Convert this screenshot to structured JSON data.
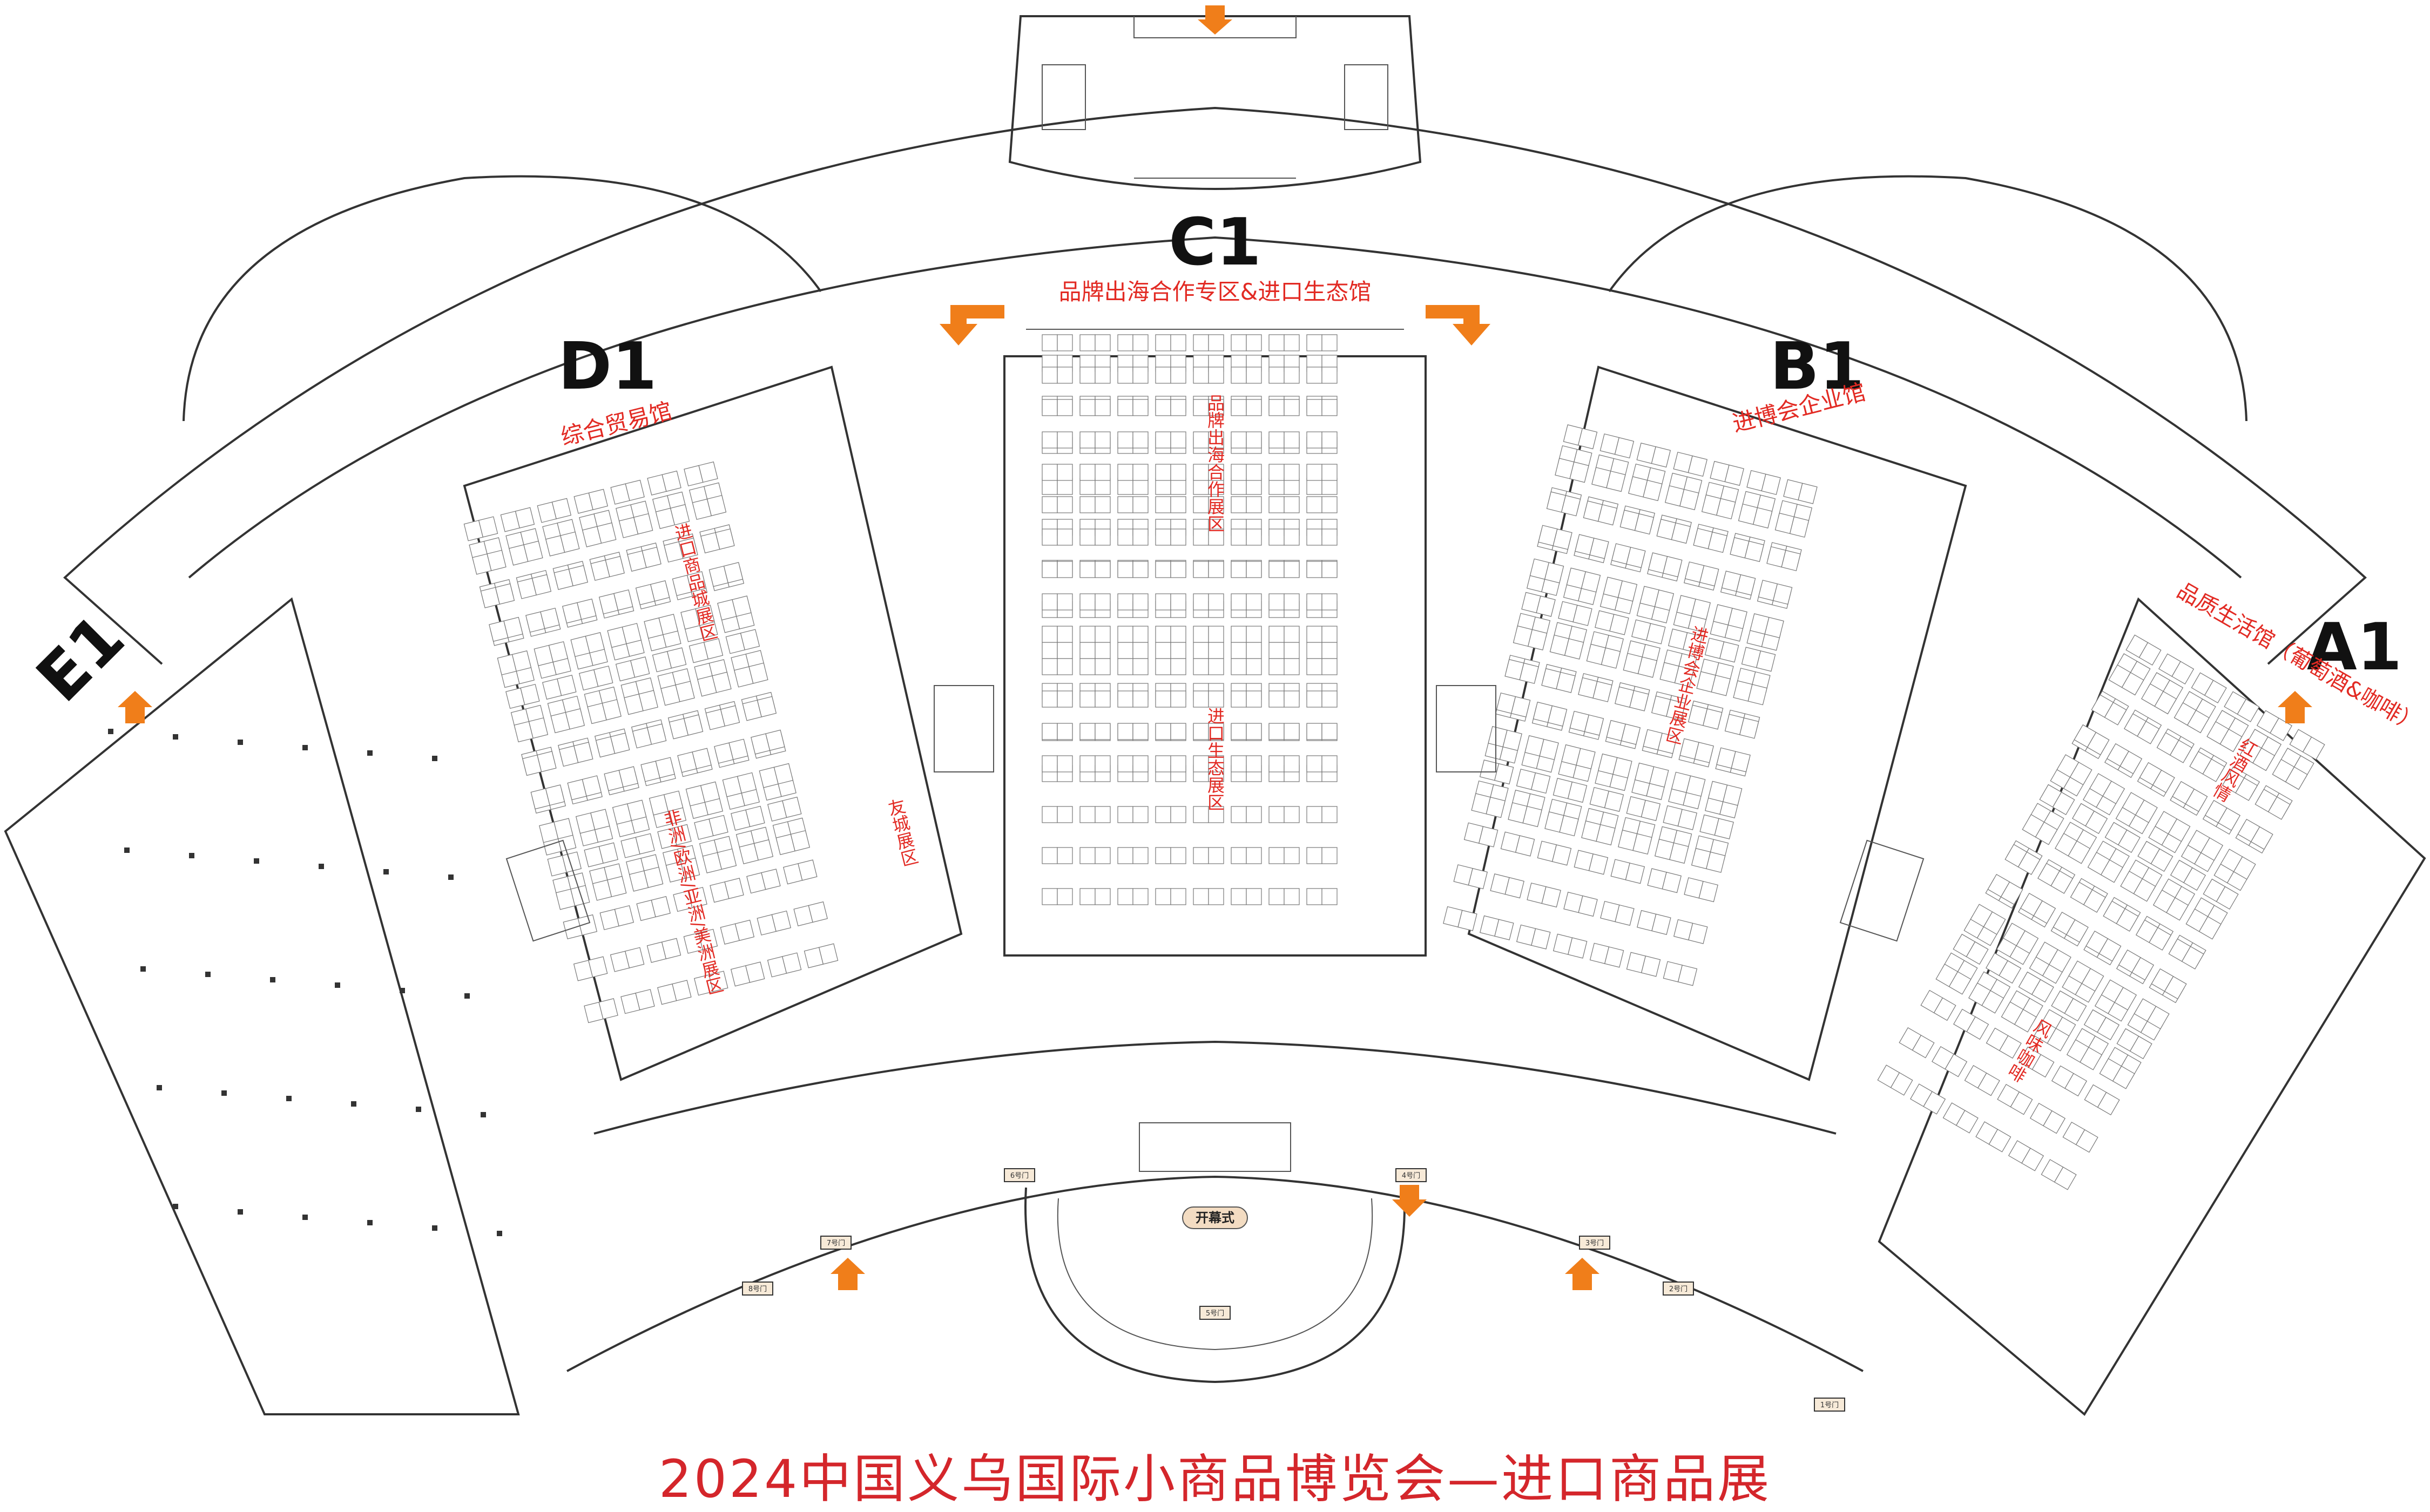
{
  "halls": [
    {
      "id": "hall-c1",
      "code": "C1",
      "name": "品牌出海合作专区&进口生态馆"
    },
    {
      "id": "hall-d1",
      "code": "D1",
      "name": "综合贸易馆"
    },
    {
      "id": "hall-b1",
      "code": "B1",
      "name": "进博会企业馆"
    },
    {
      "id": "hall-a1",
      "code": "A1",
      "name": "品质生活馆（葡萄酒&咖啡）"
    },
    {
      "id": "hall-e1",
      "code": "E1",
      "name": ""
    }
  ],
  "zones": {
    "c1_brand": "品牌出海合作展区",
    "c1_eco": "进口生态展区",
    "d1_import": "进口商品城展区",
    "d1_friend": "友城展区",
    "d1_regions": "非洲/欧洲/亚洲/美洲展区",
    "b1_cie": "进博会企业展区",
    "a1_redwine": "红酒风情",
    "a1_coffee": "风味咖啡"
  },
  "gates": {
    "g1": "1号门",
    "g2": "2号门",
    "g3": "3号门",
    "g4": "4号门",
    "g5": "5号门",
    "g6": "6号门",
    "g7": "7号门",
    "g8": "8号门"
  },
  "opening": "开幕式",
  "footer_title": "2024中国义乌国际小商品博览会—进口商品展",
  "colors": {
    "accent_red": "#e22a23",
    "arrow_orange": "#f07e1a",
    "wall": "#333333"
  }
}
